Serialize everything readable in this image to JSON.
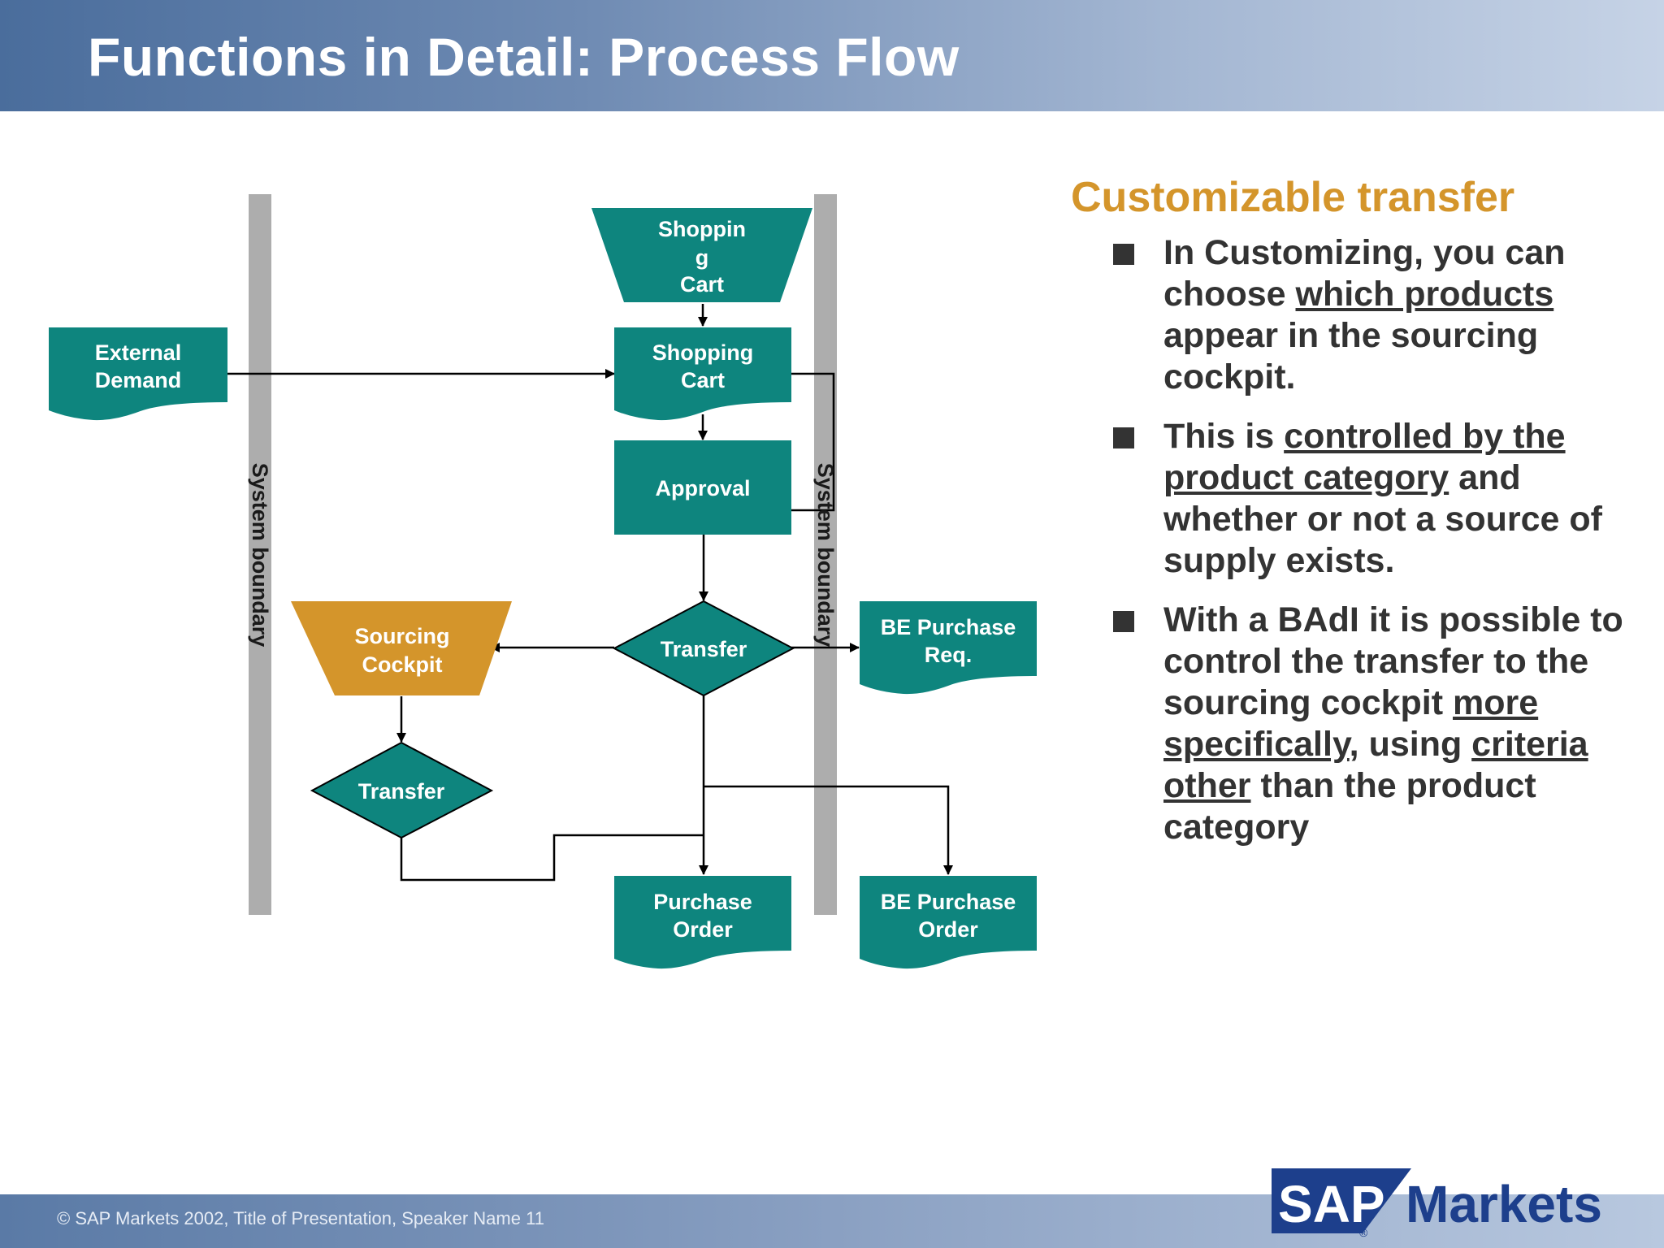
{
  "title": "Functions in Detail: Process Flow",
  "colors": {
    "teal": "#0e857e",
    "orange": "#d4952b",
    "boundary": "#adadad",
    "text_dark": "#333333"
  },
  "diagram": {
    "shopping_cart_top": [
      "Shoppin",
      "g",
      "Cart"
    ],
    "external_demand": [
      "External",
      "Demand"
    ],
    "shopping_cart": [
      "Shopping",
      "Cart"
    ],
    "approval": "Approval",
    "system_boundary_left": "System boundary",
    "system_boundary_right": "System boundary",
    "sourcing_cockpit": [
      "Sourcing",
      "Cockpit"
    ],
    "transfer_main": "Transfer",
    "transfer_lower": "Transfer",
    "be_purchase_req": [
      "BE Purchase",
      "Req."
    ],
    "purchase_order": [
      "Purchase",
      "Order"
    ],
    "be_purchase_order": [
      "BE Purchase",
      "Order"
    ]
  },
  "panel": {
    "heading": "Customizable transfer",
    "bullet1": {
      "p1": "In Customizing, you can choose ",
      "u1": "which products",
      "p2": " appear in the sourcing cockpit."
    },
    "bullet2": {
      "p1": "This is ",
      "u1": "controlled by the product category",
      "p2": " and whether or not a source of supply exists."
    },
    "bullet3": {
      "p1": "With a BAdI it is possible to control the transfer to the sourcing cockpit ",
      "u1": "more specifically",
      "p2": ", using ",
      "u2": "criteria other",
      "p3": " than the product category"
    }
  },
  "footer": {
    "copyright": "©  SAP Markets 2002, Title of Presentation, Speaker Name  11",
    "logo_sap": "SAP",
    "logo_markets": "Markets",
    "logo_reg": "®"
  }
}
